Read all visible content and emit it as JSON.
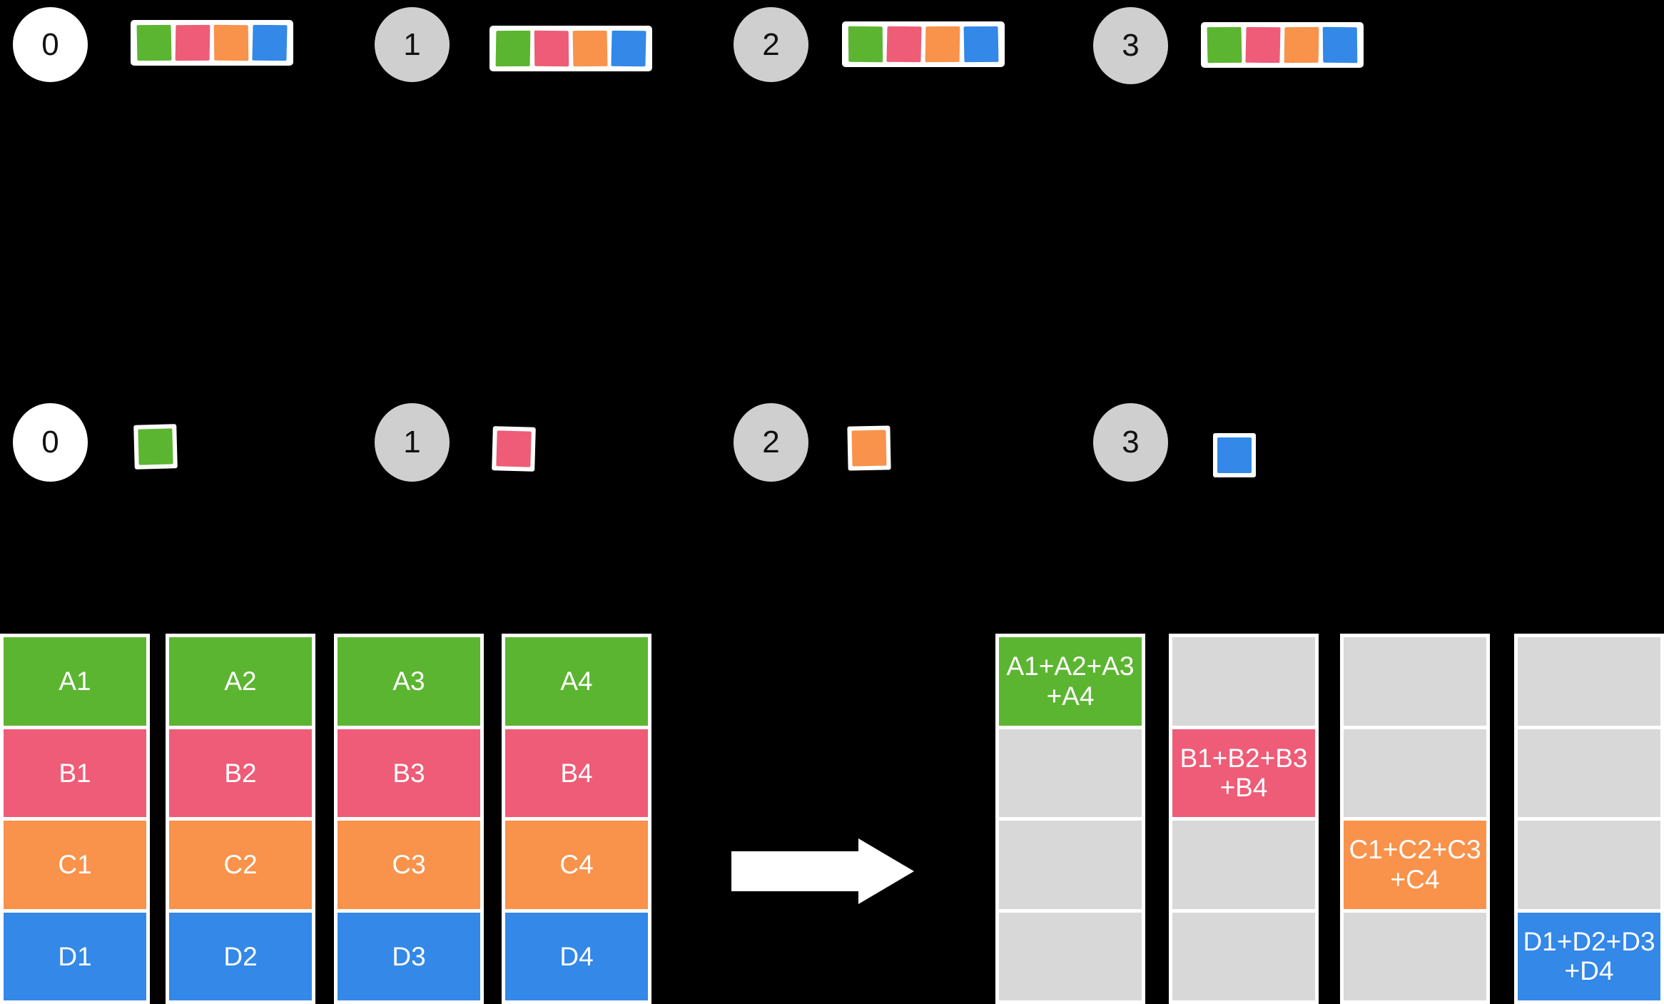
{
  "diagram": {
    "title": "MPI Reduce-Scatter collective operation",
    "background_color": "#000000",
    "palette": {
      "green": "#5CB531",
      "pink": "#EE5C77",
      "orange": "#F9924B",
      "blue": "#3388E8",
      "grey": "#D8D8D8",
      "white": "#FFFFFF",
      "black": "#000000"
    }
  },
  "row_top": {
    "label": "ranks-with-full-arrays",
    "nodes": [
      {
        "rank": "0",
        "circle_color": "#FFFFFF",
        "chips": [
          "#5CB531",
          "#EE5C77",
          "#F9924B",
          "#3388E8"
        ]
      },
      {
        "rank": "1",
        "circle_color": "#CFCFCF",
        "chips": [
          "#5CB531",
          "#EE5C77",
          "#F9924B",
          "#3388E8"
        ]
      },
      {
        "rank": "2",
        "circle_color": "#CFCFCF",
        "chips": [
          "#5CB531",
          "#EE5C77",
          "#F9924B",
          "#3388E8"
        ]
      },
      {
        "rank": "3",
        "circle_color": "#CFCFCF",
        "chips": [
          "#5CB531",
          "#EE5C77",
          "#F9924B",
          "#3388E8"
        ]
      }
    ]
  },
  "row_middle": {
    "label": "ranks-with-single-chunk",
    "nodes": [
      {
        "rank": "0",
        "circle_color": "#FFFFFF",
        "chip": "#5CB531"
      },
      {
        "rank": "1",
        "circle_color": "#CFCFCF",
        "chip": "#EE5C77"
      },
      {
        "rank": "2",
        "circle_color": "#CFCFCF",
        "chip": "#F9924B"
      },
      {
        "rank": "3",
        "circle_color": "#CFCFCF",
        "chip": "#3388E8"
      }
    ]
  },
  "matrix_before": {
    "label": "input-buffers",
    "columns": [
      {
        "cells": [
          {
            "text": "A1",
            "color": "#5CB531"
          },
          {
            "text": "B1",
            "color": "#EE5C77"
          },
          {
            "text": "C1",
            "color": "#F9924B"
          },
          {
            "text": "D1",
            "color": "#3388E8"
          }
        ]
      },
      {
        "cells": [
          {
            "text": "A2",
            "color": "#5CB531"
          },
          {
            "text": "B2",
            "color": "#EE5C77"
          },
          {
            "text": "C2",
            "color": "#F9924B"
          },
          {
            "text": "D2",
            "color": "#3388E8"
          }
        ]
      },
      {
        "cells": [
          {
            "text": "A3",
            "color": "#5CB531"
          },
          {
            "text": "B3",
            "color": "#EE5C77"
          },
          {
            "text": "C3",
            "color": "#F9924B"
          },
          {
            "text": "D3",
            "color": "#3388E8"
          }
        ]
      },
      {
        "cells": [
          {
            "text": "A4",
            "color": "#5CB531"
          },
          {
            "text": "B4",
            "color": "#EE5C77"
          },
          {
            "text": "C4",
            "color": "#F9924B"
          },
          {
            "text": "D4",
            "color": "#3388E8"
          }
        ]
      }
    ]
  },
  "arrow": {
    "label": "transform-arrow",
    "direction": "right",
    "color": "#FFFFFF"
  },
  "matrix_after": {
    "label": "output-buffers",
    "columns": [
      {
        "cells": [
          {
            "text": "A1+A2+A3+A4",
            "color": "#5CB531"
          },
          {
            "text": "",
            "color": "#D8D8D8"
          },
          {
            "text": "",
            "color": "#D8D8D8"
          },
          {
            "text": "",
            "color": "#D8D8D8"
          }
        ]
      },
      {
        "cells": [
          {
            "text": "",
            "color": "#D8D8D8"
          },
          {
            "text": "B1+B2+B3+B4",
            "color": "#EE5C77"
          },
          {
            "text": "",
            "color": "#D8D8D8"
          },
          {
            "text": "",
            "color": "#D8D8D8"
          }
        ]
      },
      {
        "cells": [
          {
            "text": "",
            "color": "#D8D8D8"
          },
          {
            "text": "",
            "color": "#D8D8D8"
          },
          {
            "text": "C1+C2+C3+C4",
            "color": "#F9924B"
          },
          {
            "text": "",
            "color": "#D8D8D8"
          }
        ]
      },
      {
        "cells": [
          {
            "text": "",
            "color": "#D8D8D8"
          },
          {
            "text": "",
            "color": "#D8D8D8"
          },
          {
            "text": "",
            "color": "#D8D8D8"
          },
          {
            "text": "D1+D2+D3+D4",
            "color": "#3388E8"
          }
        ]
      }
    ]
  }
}
